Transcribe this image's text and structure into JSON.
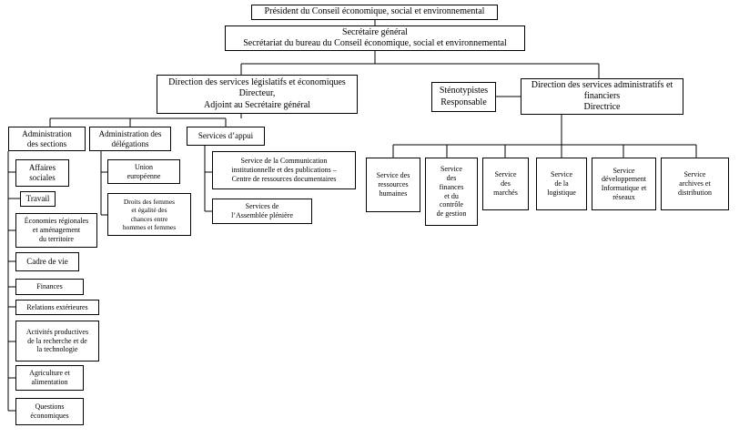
{
  "president": "Président du Conseil économique, social et environnemental",
  "secretary_general": "Secrétaire général\nSecrétariat du bureau du Conseil économique, social et environnemental",
  "legislative": {
    "title": "Direction des services législatifs et économiques\nDirecteur,\nAdjoint au Secrétaire général",
    "sections_admin": "Administration\ndes sections",
    "sections": [
      "Affaires\nsociales",
      "Travail",
      "Économies régionales\net aménagement\ndu territoire",
      "Cadre de vie",
      "Finances",
      "Relations extérieures",
      "Activités productives\nde la recherche et de\nla technologie",
      "Agriculture et\nalimentation",
      "Questions\néconomiques"
    ],
    "delegations_admin": "Administration des\ndélégations",
    "delegations": [
      "Union\neuropéenne",
      "Droits des femmes\net égalité des\nchances entre\nhommes et femmes"
    ],
    "support_label": "Services d’appui",
    "support": [
      "Service de la Communication\ninstitutionnelle et des publications –\nCentre de ressources documentaires",
      "Services de\nl’Assemblée plénière"
    ]
  },
  "stenography": "Sténotypistes\nResponsable",
  "administrative": {
    "title": "Direction des services administratifs et\nfinanciers\nDirectrice",
    "services": [
      "Service des\nressources\nhumaines",
      "Service\ndes\nfinances\net du\ncontrôle\nde gestion",
      "Service\ndes\nmarchés",
      "Service\nde la\nlogistique",
      "Service\ndéveloppement\nInformatique et\nréseaux",
      "Service\narchives et\ndistribution"
    ]
  }
}
